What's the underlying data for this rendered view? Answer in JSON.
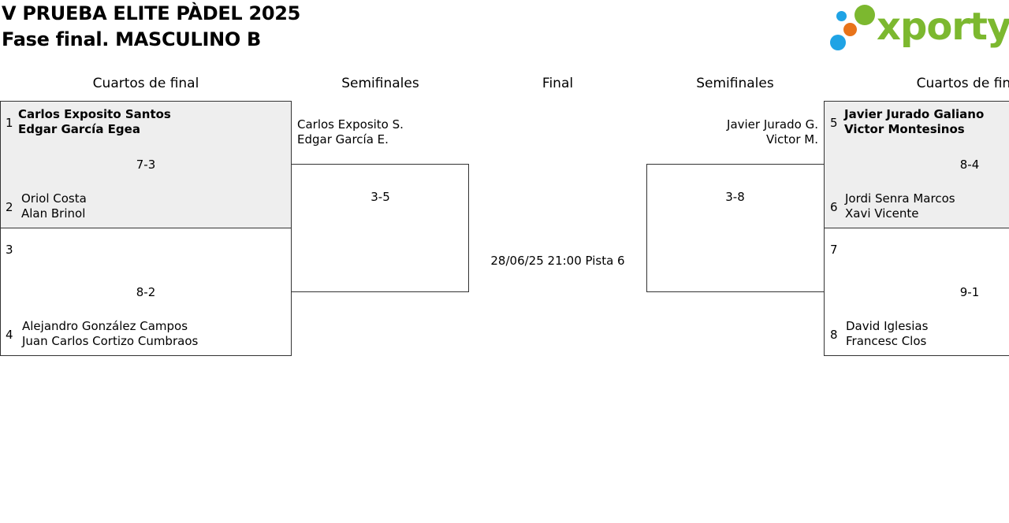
{
  "header": {
    "title": "V PRUEBA ELITE PÀDEL 2025",
    "subtitle": "Fase final. MASCULINO B",
    "logo_text": "xporty",
    "brand_colors": {
      "green": "#7cb82f",
      "orange": "#e8731a",
      "blue": "#1fa3e5"
    }
  },
  "rounds": {
    "left_qf": "Cuartos de final",
    "left_sf": "Semifinales",
    "final": "Final",
    "right_sf": "Semifinales",
    "right_qf": "Cuartos de final"
  },
  "left_qf": {
    "m1": {
      "seed_a": "1",
      "a1": "Carlos Exposito Santos",
      "a2": "Edgar García Egea",
      "score": "7-3",
      "seed_b": "2",
      "b1": "Oriol Costa",
      "b2": "Alan Brinol"
    },
    "m2": {
      "seed_a": "3",
      "a1": "",
      "a2": "",
      "score": "8-2",
      "seed_b": "4",
      "b1": "Alejandro González Campos",
      "b2": "Juan Carlos Cortizo Cumbraos"
    }
  },
  "left_sf": {
    "p1": "Carlos Exposito S.",
    "p2": "Edgar García E.",
    "score": "3-5"
  },
  "final": {
    "info": "28/06/25 21:00 Pista 6"
  },
  "right_sf": {
    "p1": "Javier Jurado G.",
    "p2": "Victor M.",
    "score": "3-8"
  },
  "right_qf": {
    "m1": {
      "seed_a": "5",
      "a1": "Javier Jurado Galiano",
      "a2": "Victor Montesinos",
      "score": "8-4",
      "seed_b": "6",
      "b1": "Jordi Senra Marcos",
      "b2": "Xavi Vicente"
    },
    "m2": {
      "seed_a": "7",
      "a1": "",
      "a2": "",
      "score": "9-1",
      "seed_b": "8",
      "b1": "David Iglesias",
      "b2": "Francesc Clos"
    }
  }
}
